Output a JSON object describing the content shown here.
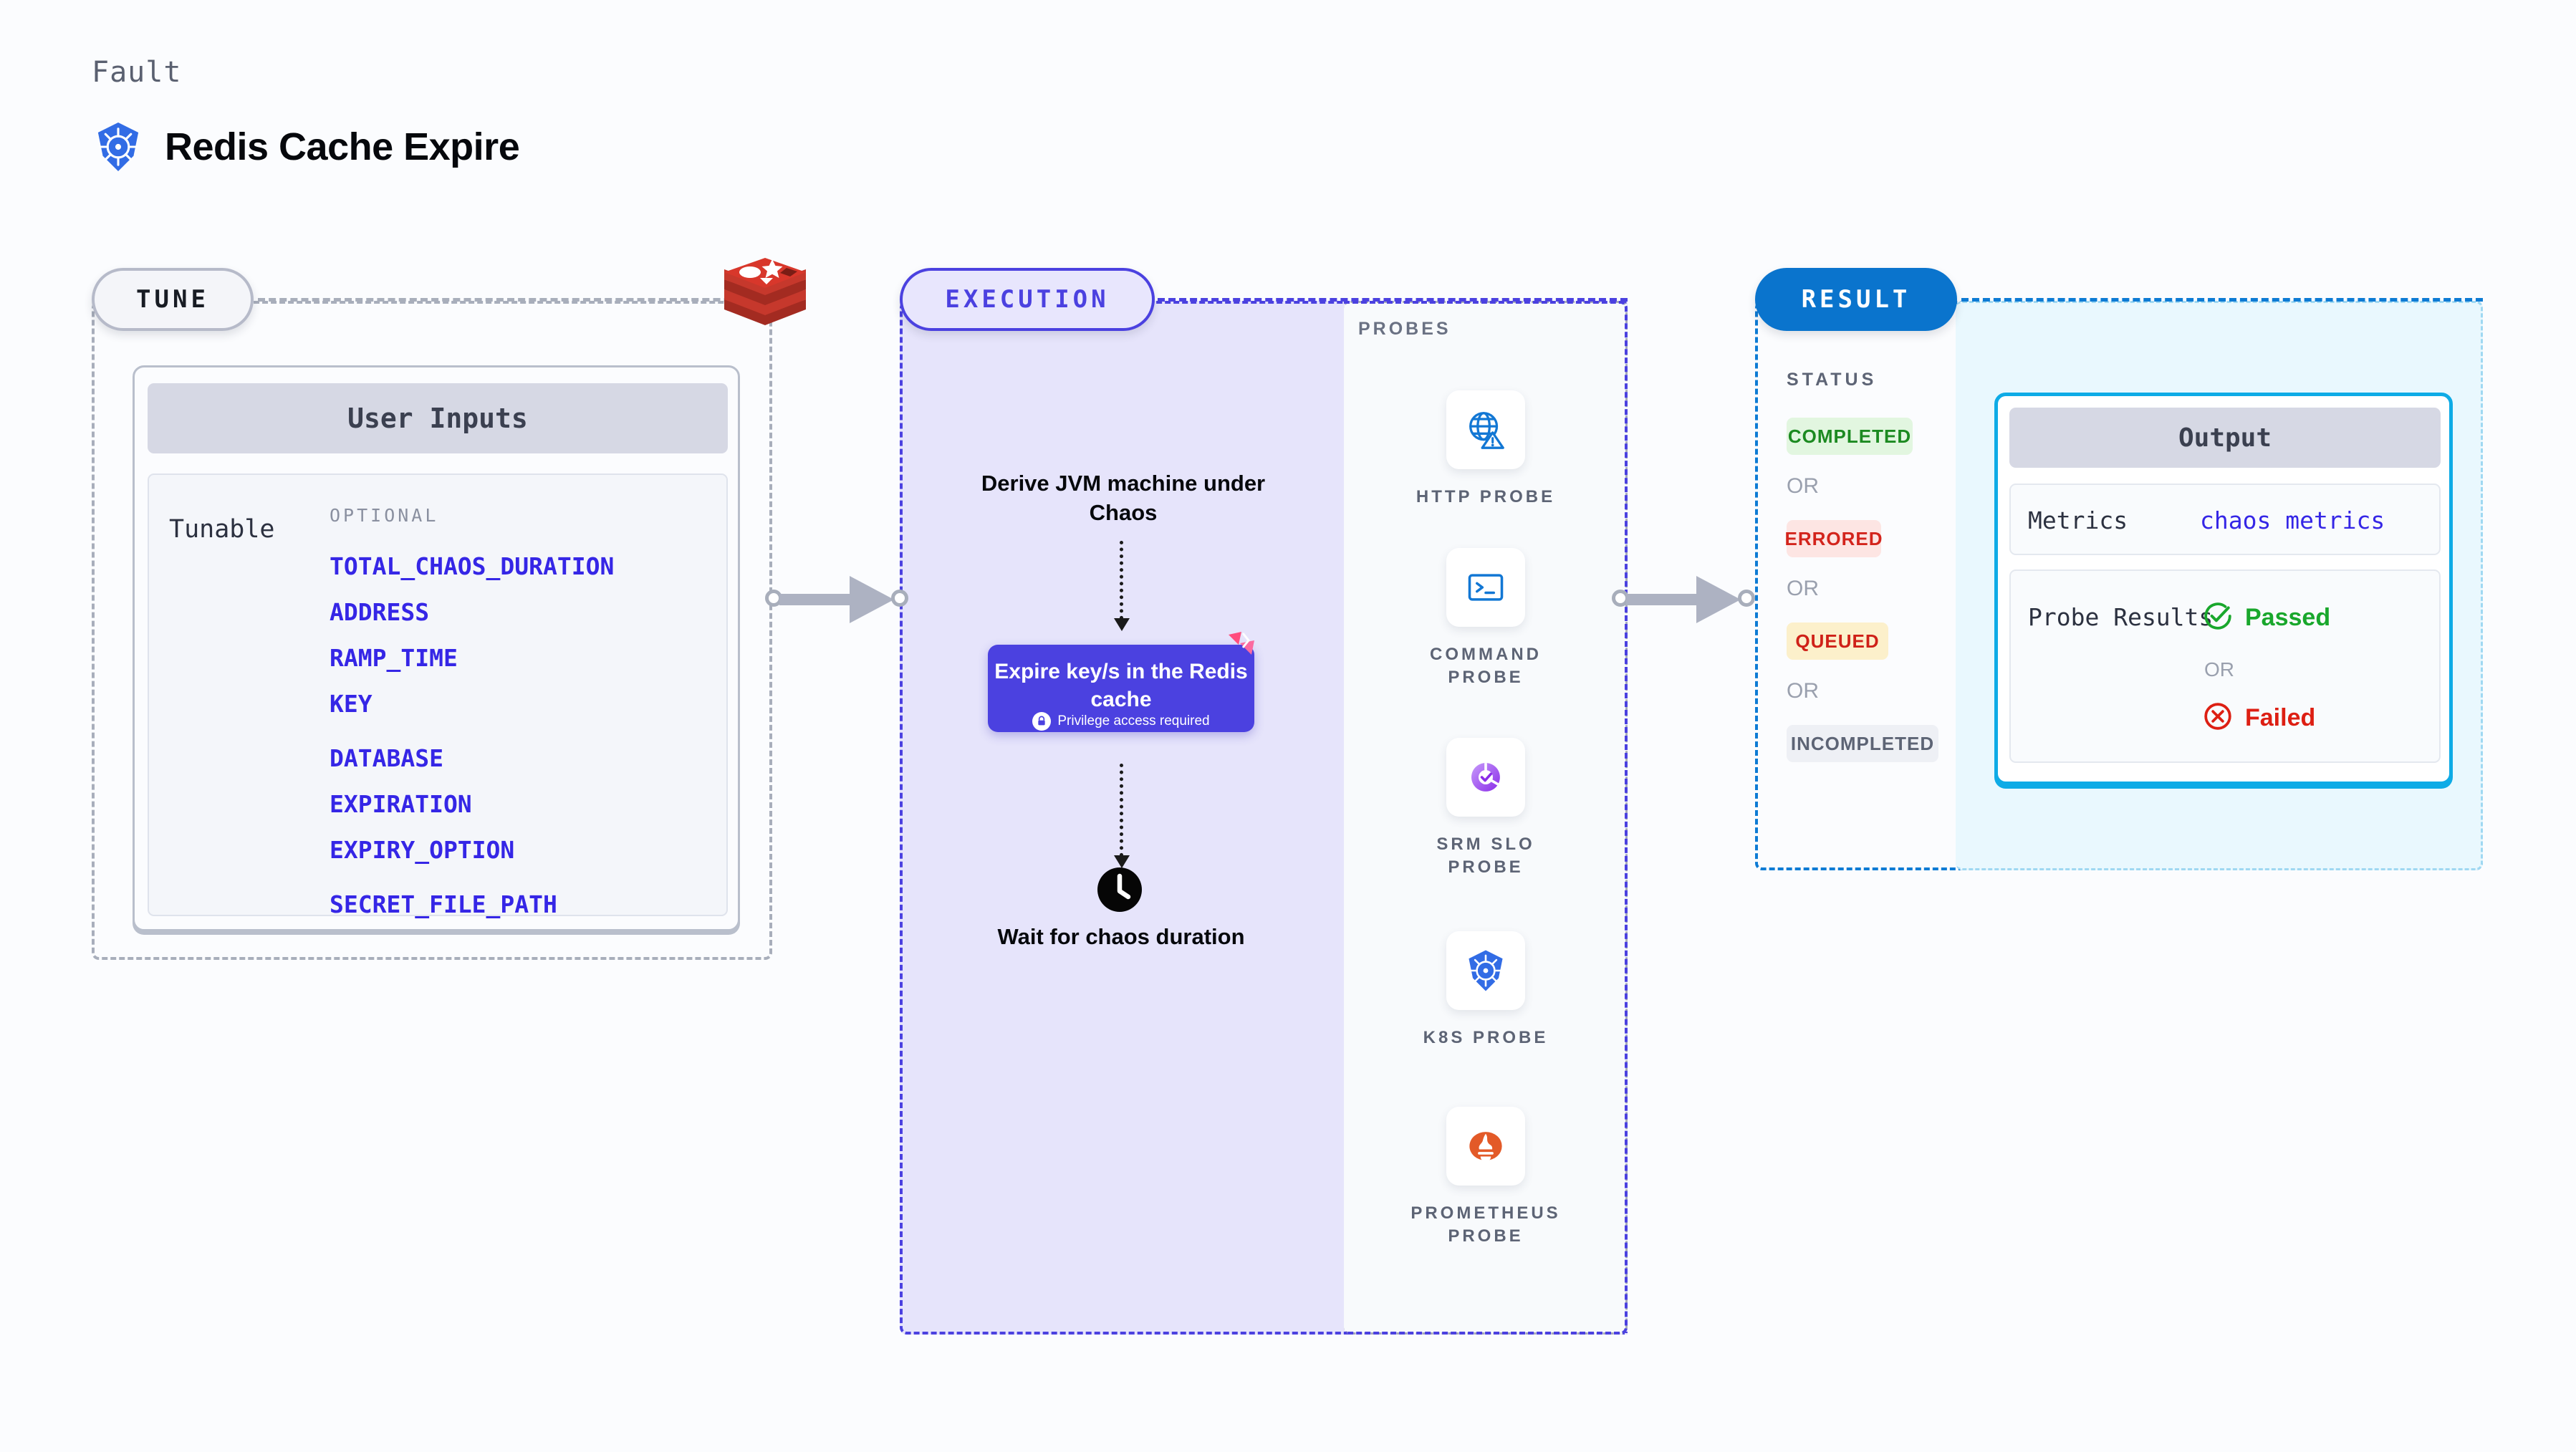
{
  "header": {
    "eyebrow": "Fault",
    "title": "Redis Cache Expire",
    "icon": "kubernetes-icon"
  },
  "colors": {
    "tune_accent": "#b6bac9",
    "execution_accent": "#4b41e0",
    "result_accent": "#0a74cd",
    "output_accent": "#0eabe6",
    "param_text": "#3526e6",
    "passed": "#19a72c",
    "failed": "#dd1f13"
  },
  "tune": {
    "pill_label": "TUNE",
    "logo_icon": "redis-logo-icon",
    "card": {
      "header": "User Inputs",
      "row_label": "Tunable",
      "group_label": "OPTIONAL",
      "params": [
        {
          "name": "TOTAL_CHAOS_DURATION",
          "gap": false
        },
        {
          "name": "ADDRESS",
          "gap": false
        },
        {
          "name": "RAMP_TIME",
          "gap": false
        },
        {
          "name": "KEY",
          "gap": false
        },
        {
          "name": "DATABASE",
          "gap": true
        },
        {
          "name": "EXPIRATION",
          "gap": false
        },
        {
          "name": "EXPIRY_OPTION",
          "gap": false
        },
        {
          "name": "SECRET_FILE_PATH",
          "gap": true
        }
      ]
    }
  },
  "execution": {
    "pill_label": "EXECUTION",
    "step_derive": "Derive JVM machine under Chaos",
    "action_card": {
      "title": "Expire key/s in the Redis cache",
      "badge_text": "Privilege access required",
      "badge_icon": "lock-icon",
      "corner_icon": "harness-flag-icon"
    },
    "step_wait": "Wait for chaos duration",
    "wait_icon": "clock-icon"
  },
  "probes": {
    "title": "PROBES",
    "items": [
      {
        "label": "HTTP PROBE",
        "icon": "globe-warning-icon"
      },
      {
        "label": "COMMAND PROBE",
        "icon": "terminal-icon"
      },
      {
        "label": "SRM SLO PROBE",
        "icon": "srm-slo-icon"
      },
      {
        "label": "K8S PROBE",
        "icon": "kubernetes-icon"
      },
      {
        "label": "PROMETHEUS PROBE",
        "icon": "prometheus-icon"
      }
    ]
  },
  "result": {
    "pill_label": "RESULT",
    "status_title": "STATUS",
    "or_label": "OR",
    "statuses": [
      {
        "label": "COMPLETED"
      },
      {
        "label": "ERRORED"
      },
      {
        "label": "QUEUED"
      },
      {
        "label": "INCOMPLETED"
      }
    ],
    "output": {
      "header": "Output",
      "metrics_label": "Metrics",
      "metrics_value": "chaos metrics",
      "probe_results_label": "Probe Results",
      "passed_label": "Passed",
      "failed_label": "Failed",
      "or_label": "OR",
      "passed_icon": "check-circle-icon",
      "failed_icon": "x-circle-icon"
    }
  }
}
